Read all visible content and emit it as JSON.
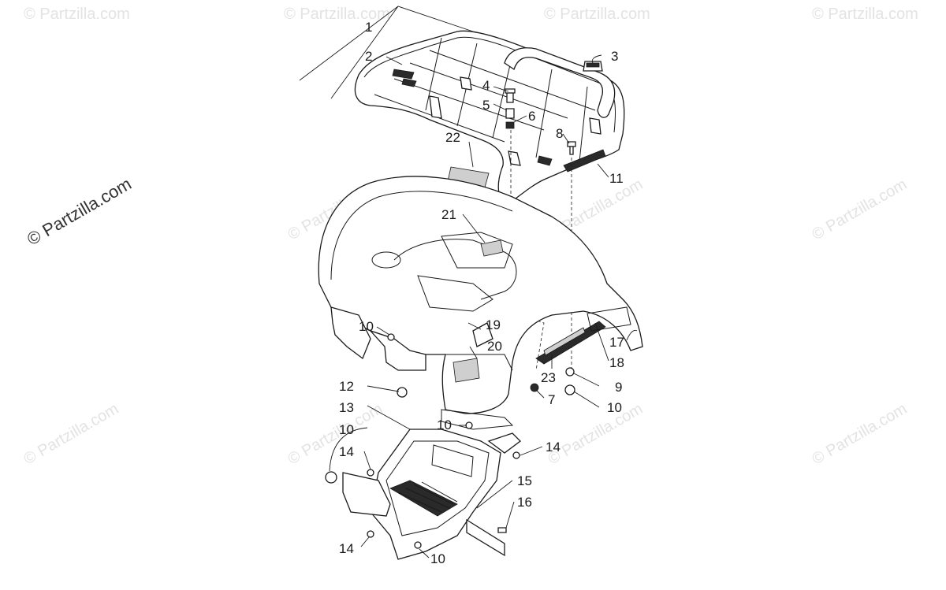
{
  "watermark": {
    "main_text": "© Partzilla.com",
    "faint_text": "© Partzilla.com"
  },
  "callouts": {
    "c1": "1",
    "c2": "2",
    "c3": "3",
    "c4": "4",
    "c5": "5",
    "c6": "6",
    "c7": "7",
    "c8": "8",
    "c9": "9",
    "c10a": "10",
    "c10b": "10",
    "c10c": "10",
    "c10d": "10",
    "c10e": "10",
    "c11": "11",
    "c12": "12",
    "c13": "13",
    "c14a": "14",
    "c14b": "14",
    "c14c": "14",
    "c15": "15",
    "c16": "16",
    "c17": "17",
    "c18": "18",
    "c19": "19",
    "c20": "20",
    "c21": "21",
    "c22": "22",
    "c23": "23"
  }
}
